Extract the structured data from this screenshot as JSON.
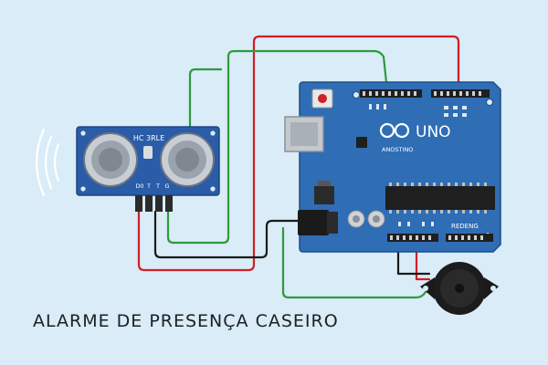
{
  "title": "ALARME DE PRESENÇA CASEIRO",
  "sensor": {
    "label": "HC 3RLE",
    "pin_labels": [
      "D0",
      "T",
      "T",
      "G"
    ]
  },
  "board": {
    "model": "UNO",
    "brand": "ANOSTINO",
    "power_label": "REDENG"
  },
  "colors": {
    "background": "#d9ecf7",
    "board": "#2f6db5",
    "sensor": "#2a5ca8",
    "wire_red": "#d11f25",
    "wire_green": "#2e9a3c",
    "wire_black": "#1a1a1a"
  }
}
